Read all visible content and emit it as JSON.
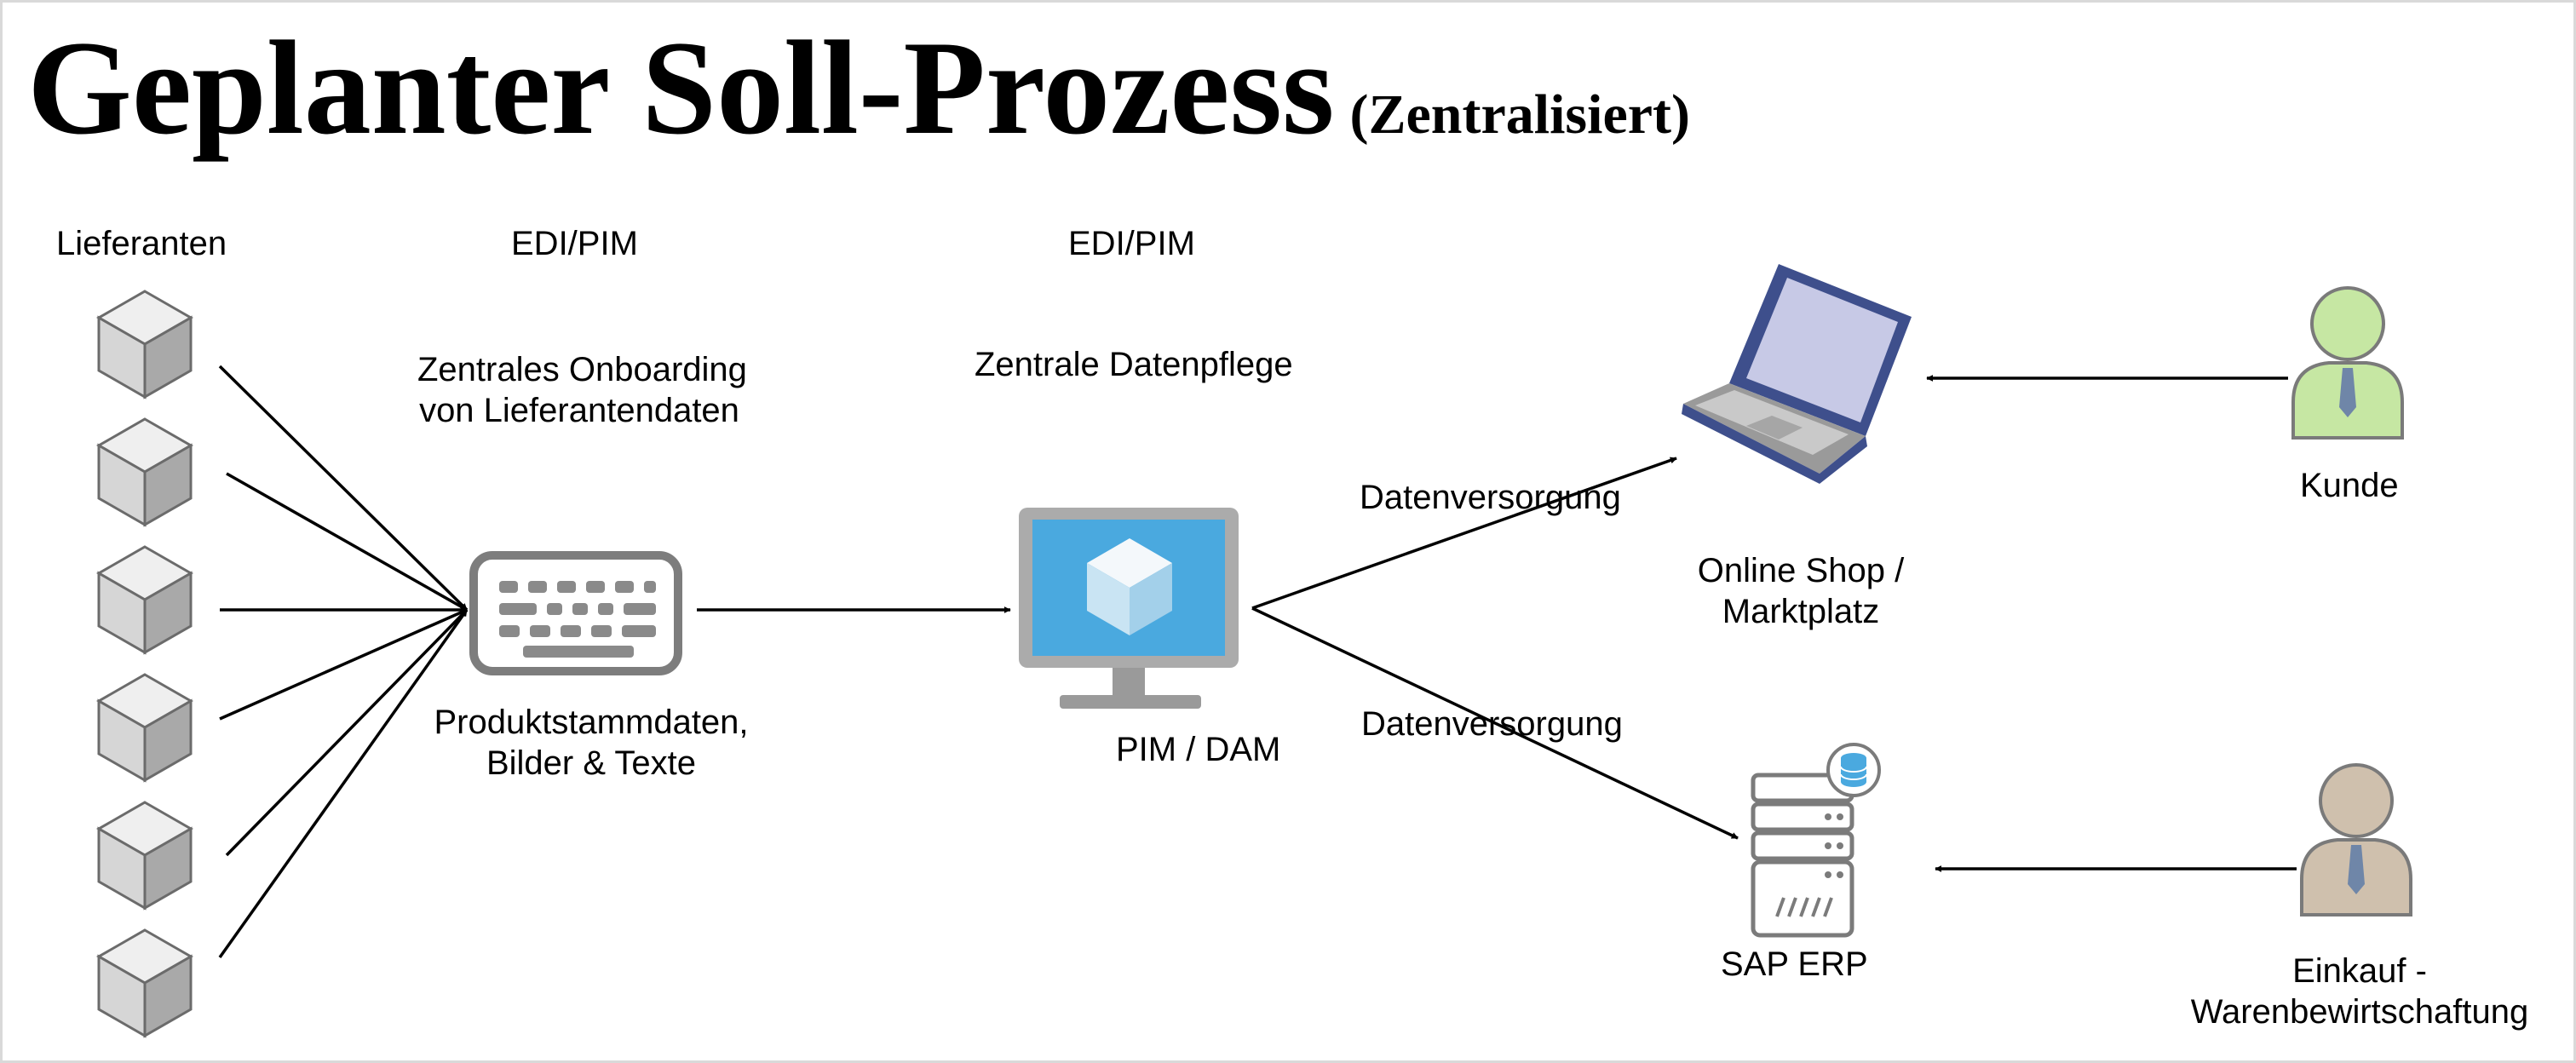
{
  "title": "Geplanter Soll-Prozess",
  "subtitle": "(Zentralisiert)",
  "labels": {
    "suppliers": "Lieferanten",
    "edi_pim_1": "EDI/PIM",
    "edi_pim_2": "EDI/PIM",
    "onboarding_1": "Zentrales Onboarding",
    "onboarding_2": "von Lieferantendaten",
    "data_maintenance": "Zentrale Datenpflege",
    "product_data_1": "Produktstammdaten,",
    "product_data_2": "Bilder & Texte",
    "pim_dam": "PIM / DAM",
    "data_supply_1": "Datenversorgung",
    "data_supply_2": "Datenversorgung",
    "shop_1": "Online Shop /",
    "shop_2": "Marktplatz",
    "customer": "Kunde",
    "erp": "SAP ERP",
    "purchasing_1": "Einkauf -",
    "purchasing_2": "Warenbewirtschaftung"
  },
  "icons": {
    "supplier_boxes": [
      "box-icon",
      "box-icon",
      "box-icon",
      "box-icon",
      "box-icon",
      "box-icon"
    ],
    "keyboard": "keyboard-icon",
    "monitor": "monitor-icon",
    "laptop": "laptop-icon",
    "server": "server-icon",
    "customer": "user-icon",
    "purchasing": "user-icon"
  },
  "colors": {
    "monitor_screen": "#4aa9df",
    "customer_person": "#c6e7a3",
    "purchasing_person": "#cfc0ad",
    "laptop_body": "#3e4f8c",
    "device_gray": "#8c8c8c"
  }
}
